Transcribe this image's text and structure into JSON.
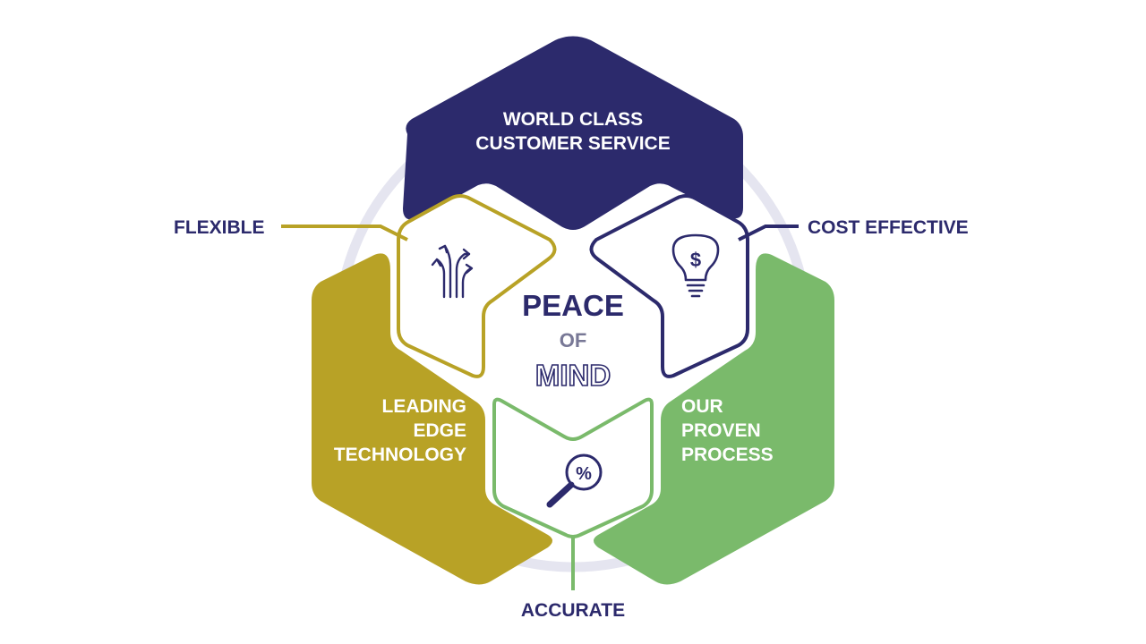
{
  "colors": {
    "navy": "#2c2a6c",
    "gold": "#b8a226",
    "green": "#7aba6b",
    "ring": "#e5e5f0",
    "center_of": "#787896",
    "white": "#ffffff"
  },
  "segments": {
    "top": {
      "line1": "WORLD CLASS",
      "line2": "CUSTOMER SERVICE"
    },
    "left": {
      "line1": "LEADING",
      "line2": "EDGE",
      "line3": "TECHNOLOGY"
    },
    "right": {
      "line1": "OUR",
      "line2": "PROVEN",
      "line3": "PROCESS"
    }
  },
  "callouts": {
    "flexible": "FLEXIBLE",
    "cost_effective": "COST EFFECTIVE",
    "accurate": "ACCURATE"
  },
  "center": {
    "line1": "PEACE",
    "line2": "OF",
    "line3": "MIND"
  },
  "icons": {
    "flexible": "branching-arrows-icon",
    "cost_effective": "lightbulb-dollar-icon",
    "accurate": "magnifier-percent-icon",
    "percent_glyph": "%",
    "dollar_glyph": "$"
  }
}
